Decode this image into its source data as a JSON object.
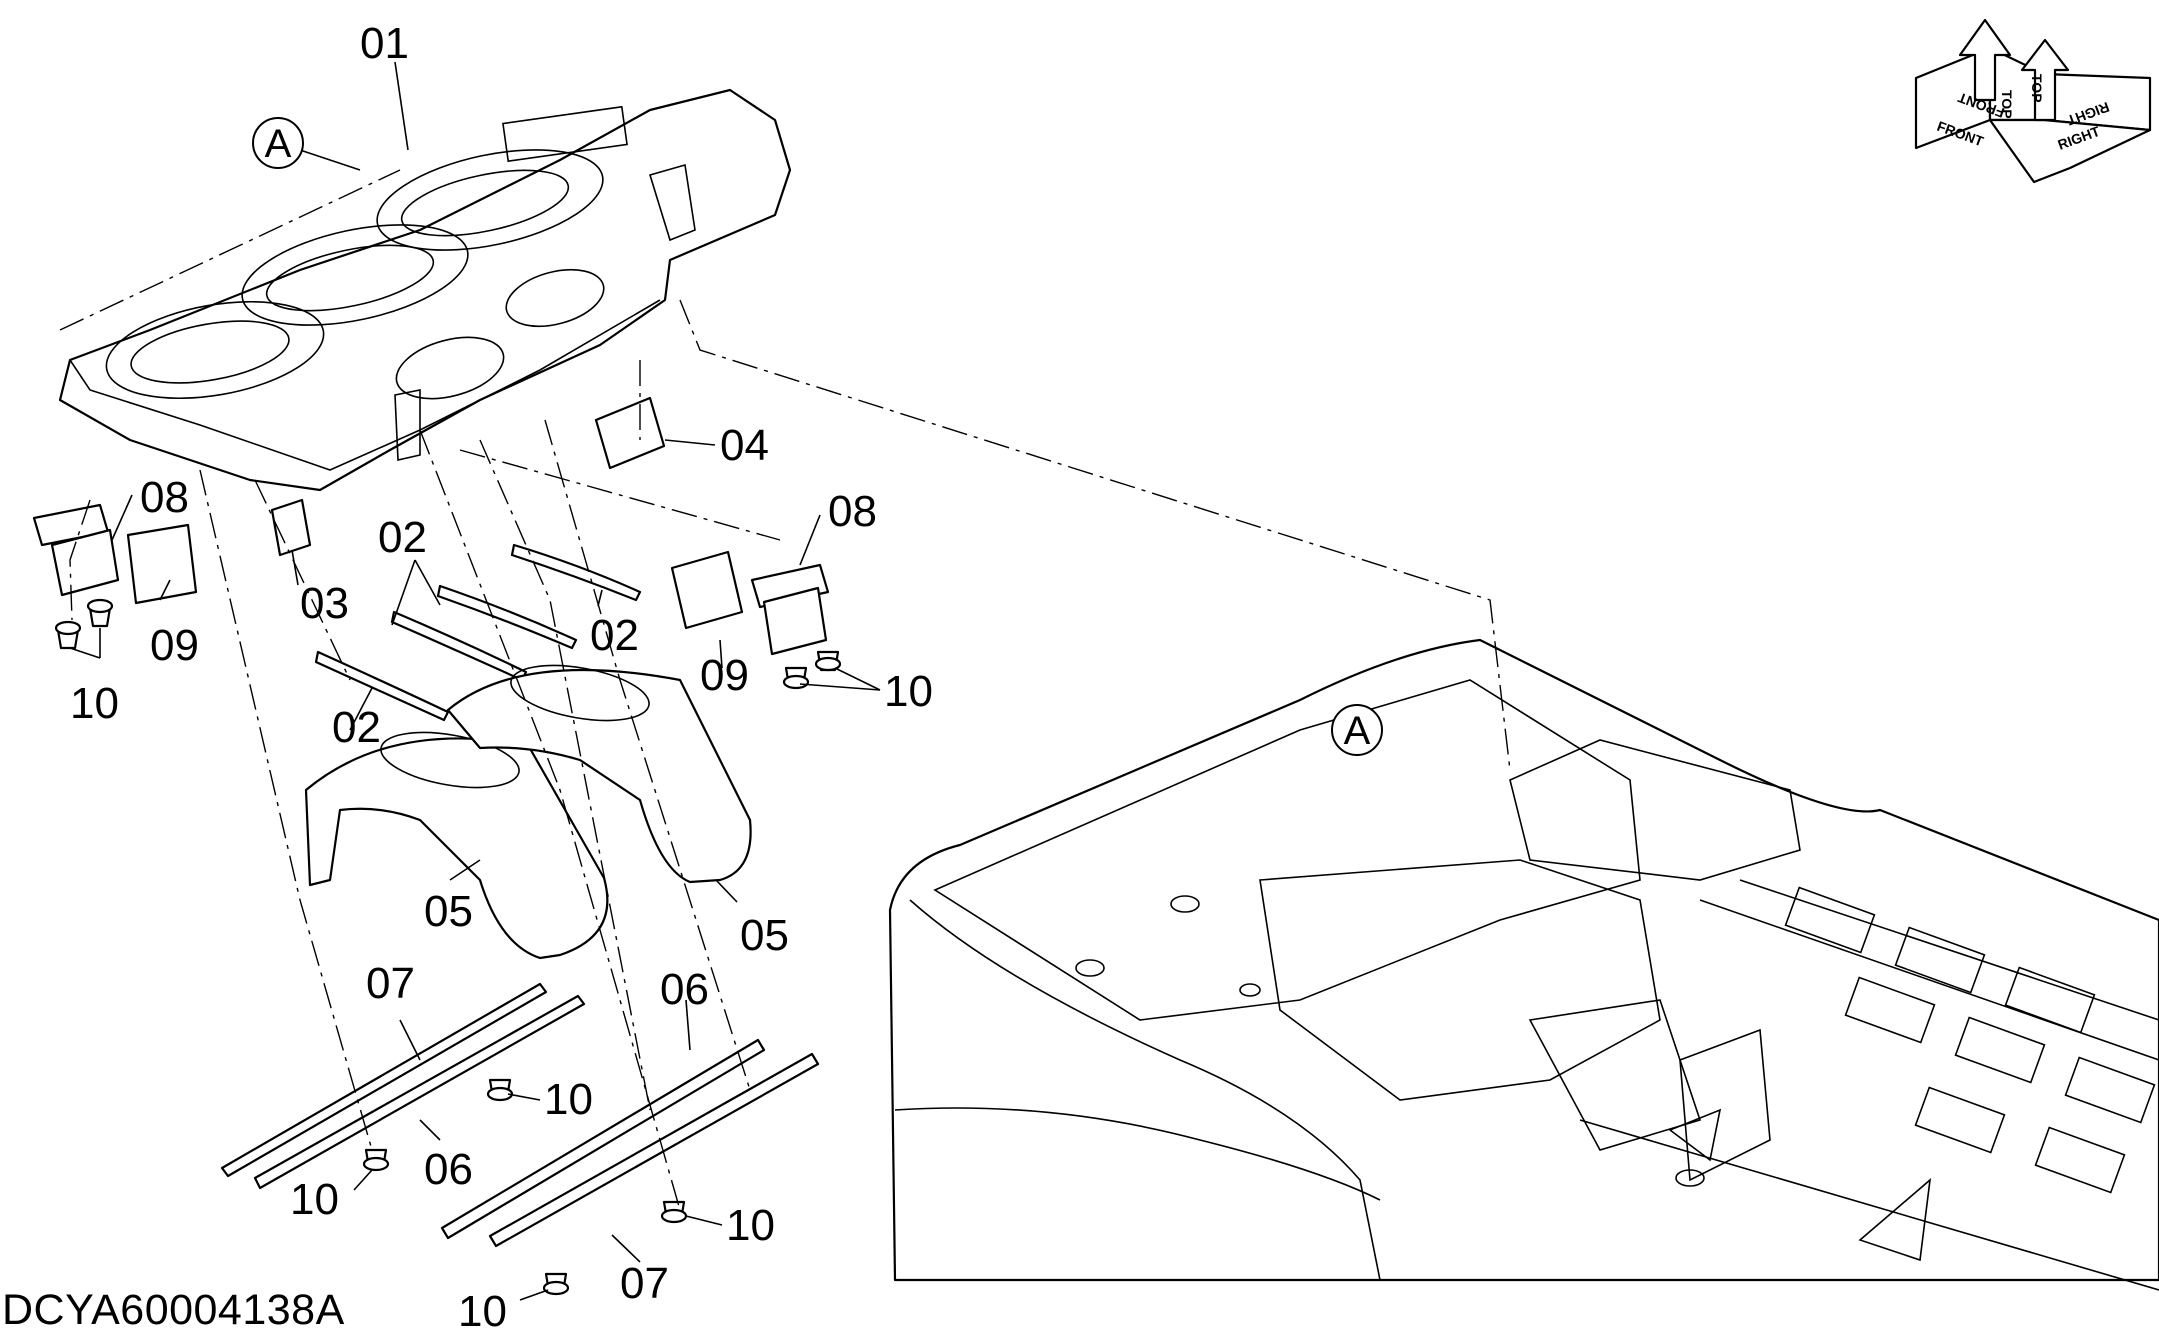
{
  "drawing_id": "DCYA60004138A",
  "callout_marker": "A",
  "orientation": {
    "top_label_1": "TOP",
    "top_label_2": "TOP",
    "front_label": "FRONT",
    "front_label_mirrored": "FRONT",
    "right_label": "RIGHT",
    "right_label_mirrored": "RIGHT"
  },
  "part_labels": {
    "p01": "01",
    "p02a": "02",
    "p02b": "02",
    "p02c": "02",
    "p03": "03",
    "p04": "04",
    "p05a": "05",
    "p05b": "05",
    "p06a": "06",
    "p06b": "06",
    "p07a": "07",
    "p07b": "07",
    "p08a": "08",
    "p08b": "08",
    "p09a": "09",
    "p09b": "09",
    "p10a": "10",
    "p10b": "10",
    "p10c": "10",
    "p10d": "10",
    "p10e": "10",
    "p10f": "10"
  }
}
